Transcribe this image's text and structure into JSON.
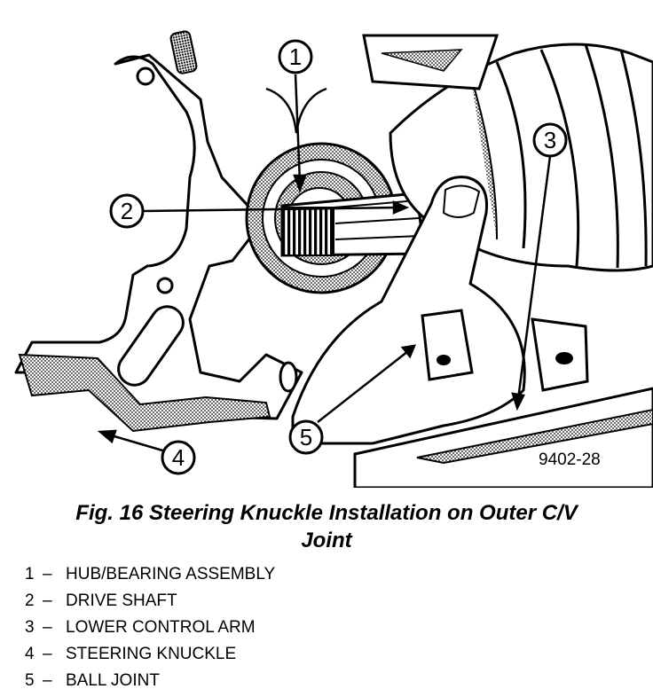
{
  "figure": {
    "caption_line1": "Fig. 16 Steering Knuckle Installation on Outer C/V",
    "caption_line2": "Joint",
    "figure_number": "9402-28",
    "callouts": [
      "1",
      "2",
      "3",
      "4",
      "5"
    ],
    "legend_dash": "–",
    "legend": [
      {
        "num": "1",
        "label": "HUB/BEARING ASSEMBLY"
      },
      {
        "num": "2",
        "label": "DRIVE SHAFT"
      },
      {
        "num": "3",
        "label": "LOWER CONTROL ARM"
      },
      {
        "num": "4",
        "label": "STEERING KNUCKLE"
      },
      {
        "num": "5",
        "label": "BALL JOINT"
      }
    ]
  }
}
